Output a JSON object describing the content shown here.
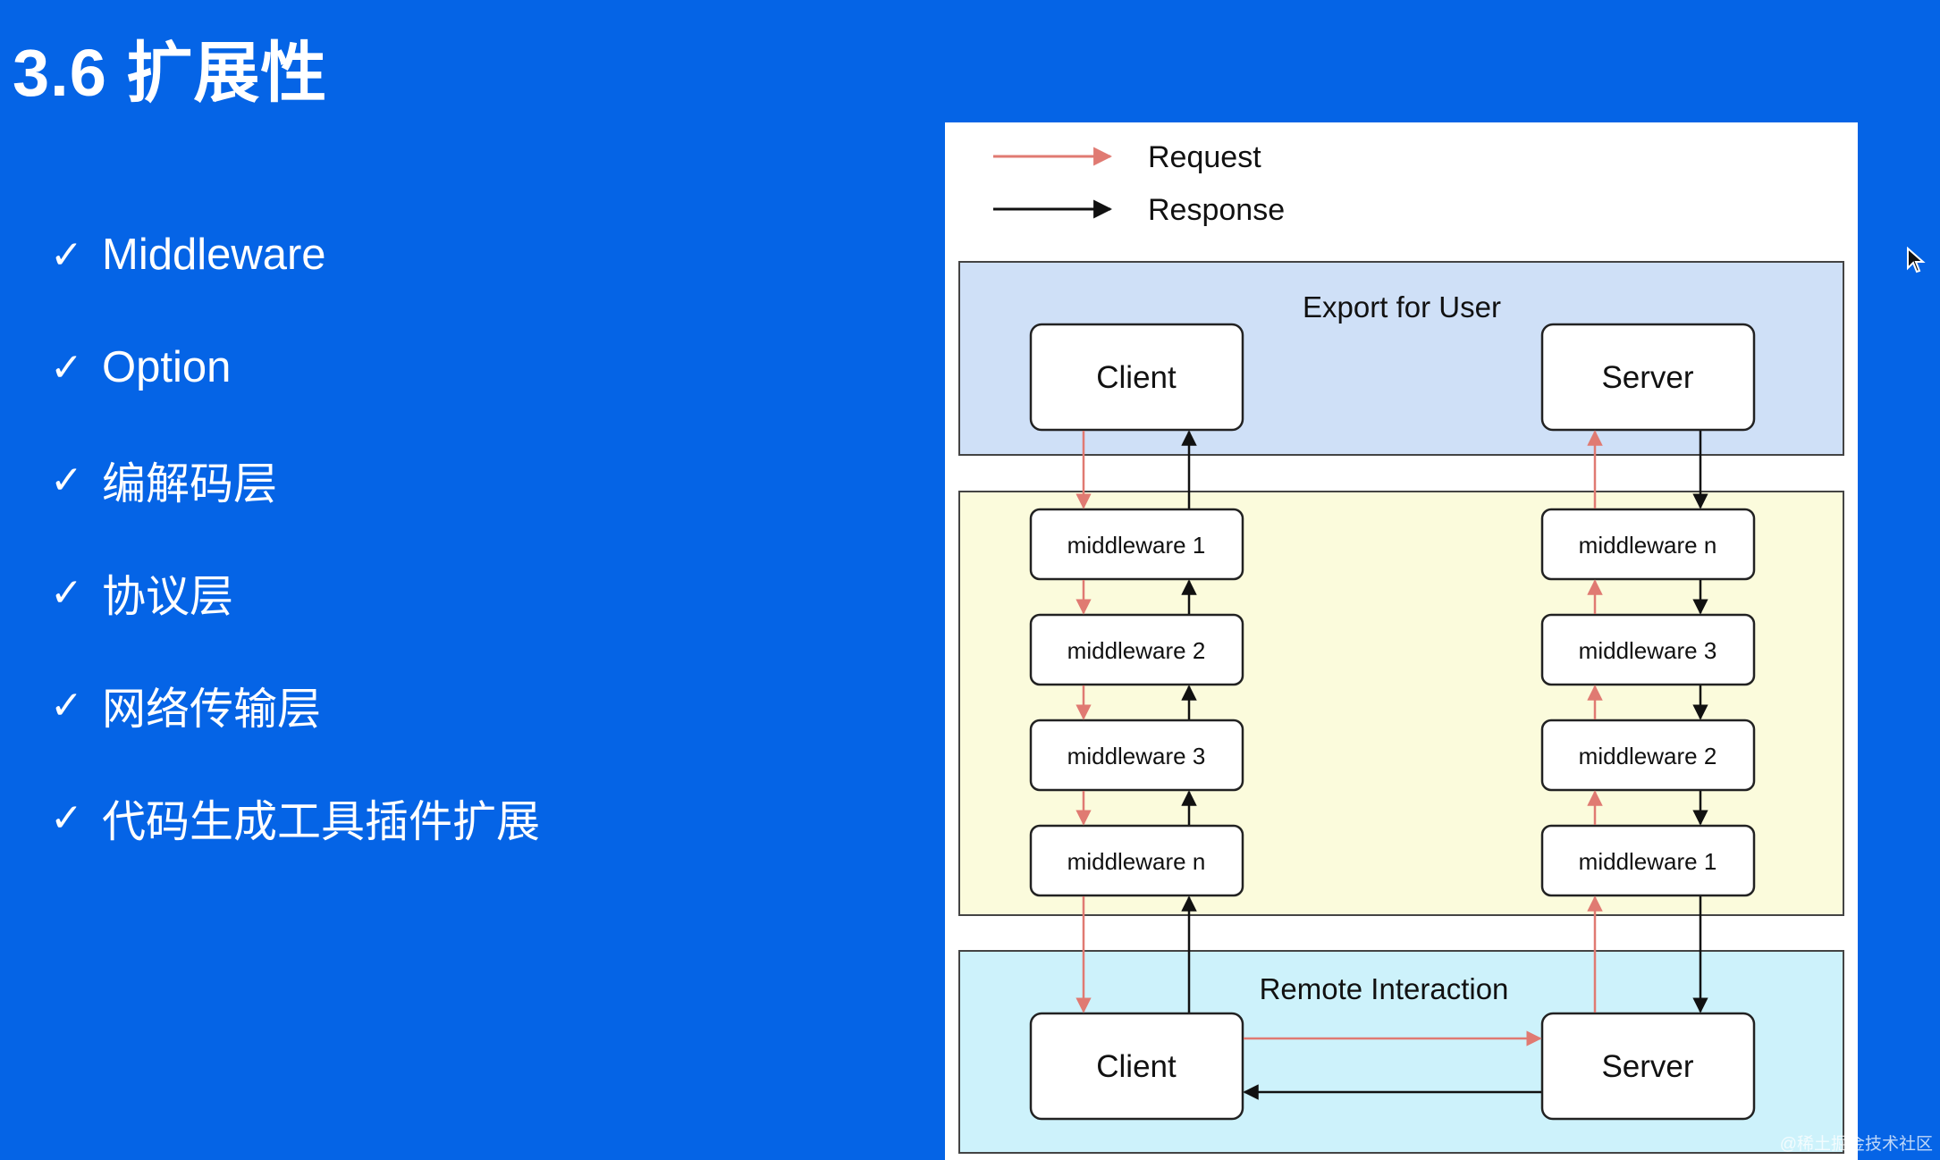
{
  "slide": {
    "title": "3.6 扩展性",
    "bullets": [
      {
        "label": "Middleware"
      },
      {
        "label": "Option"
      },
      {
        "label": "编解码层"
      },
      {
        "label": "协议层"
      },
      {
        "label": "网络传输层"
      },
      {
        "label": "代码生成工具插件扩展"
      }
    ],
    "check_glyph": "✓",
    "watermark": "@稀土掘金技术社区"
  },
  "diagram": {
    "legend": {
      "request": "Request",
      "response": "Response"
    },
    "colors": {
      "request": "#e07a72",
      "response": "#111111",
      "export_bg": "#cfe0f7",
      "middleware_bg": "#fbfbdc",
      "remote_bg": "#cdf2fb",
      "box_border": "#222222"
    },
    "export_section": {
      "title": "Export for User",
      "client": "Client",
      "server": "Server"
    },
    "client_middlewares": [
      "middleware 1",
      "middleware 2",
      "middleware 3",
      "middleware n"
    ],
    "server_middlewares": [
      "middleware n",
      "middleware 3",
      "middleware 2",
      "middleware 1"
    ],
    "remote_section": {
      "title": "Remote Interaction",
      "client": "Client",
      "server": "Server"
    }
  },
  "icons": {
    "cursor": "mouse-pointer-icon",
    "check": "checkmark-icon"
  }
}
